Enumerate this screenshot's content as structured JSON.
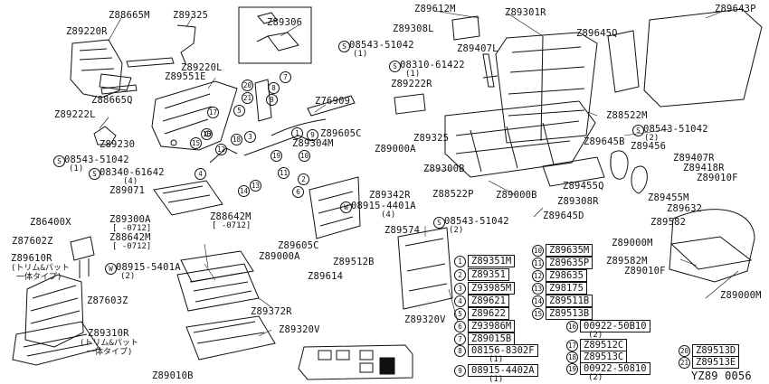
{
  "diagram_code": "YZ89 0056",
  "labels": {
    "z88665m": "Z88665M",
    "z89325a": "Z89325",
    "z89220r": "Z89220R",
    "z89306": "Z89306",
    "z89551e": "Z89551E",
    "z88665q": "Z88665Q",
    "z89220l": "Z89220L",
    "z76909": "Z76909",
    "z89222l": "Z89222L",
    "z89230": "Z89230",
    "s08543a": "08543-51042",
    "s08543a_q": "(1)",
    "s08340": "08340-61642",
    "s08340_q": "(4)",
    "z89071": "Z89071",
    "z89605c_top": "Z89605C",
    "z89304m": "Z89304M",
    "z89000a_top": "Z89000A",
    "z89325b": "Z89325",
    "z89612m": "Z89612M",
    "z89301r": "Z89301R",
    "z89308l": "Z89308L",
    "z89407l": "Z89407L",
    "s08543b": "08543-51042",
    "s08543b_q": "(1)",
    "s08310": "08310-61422",
    "s08310_q": "(1)",
    "z89222r": "Z89222R",
    "z89645q": "Z89645Q",
    "z89643p": "Z89643P",
    "z88522m": "Z88522M",
    "s08543c": "08543-51042",
    "s08543c_q": "(2)",
    "z89645b": "Z89645B",
    "z89456": "Z89456",
    "z89407r": "Z89407R",
    "z89418r": "Z89418R",
    "z89010f_a": "Z89010F",
    "z89455q": "Z89455Q",
    "z89455m": "Z89455M",
    "z89300b": "Z89300B",
    "z88522p": "Z88522P",
    "z89000b": "Z89000B",
    "z89308r": "Z89308R",
    "z89645d": "Z89645D",
    "z89632": "Z89632",
    "z89582a": "Z89582",
    "z89000m_a": "Z89000M",
    "z89582m": "Z89582M",
    "z89010f_b": "Z89010F",
    "z89000m_b": "Z89000M",
    "z89342r": "Z89342R",
    "w08915_4401": "08915-4401A",
    "w08915_4401_q": "(4)",
    "s08543d": "08543-51042",
    "s08543d_q": "(2)",
    "z89574": "Z89574",
    "z89320v_r": "Z89320V",
    "z86400x": "Z86400X",
    "z87602z": "Z87602Z",
    "z89610r": "Z89610R",
    "z89610r_note1": "(トリム&パット",
    "z89610r_note2": "一体タイプ)",
    "z87603z": "Z87603Z",
    "z89310r": "Z89310R",
    "z89310r_note1": "(トリム&パット",
    "z89310r_note2": "一体タイプ)",
    "z89300a": "Z89300A",
    "z89300a_range": "[ -0712]",
    "z88642m_a": "Z88642M",
    "z88642m_a_range": "[ -0712]",
    "z88642m_b": "Z88642M",
    "z88642m_b_range": "[ -0712]",
    "w08915_5401": "08915-5401A",
    "w08915_5401_q": "(2)",
    "z89605c_b": "Z89605C",
    "z89000a_b": "Z89000A",
    "z89512b": "Z89512B",
    "z89614": "Z89614",
    "z89372r": "Z89372R",
    "z89320v_l": "Z89320V",
    "z89010b": "Z89010B"
  },
  "legend_left": [
    {
      "n": "1",
      "t": "Z89351M"
    },
    {
      "n": "2",
      "t": "Z89351"
    },
    {
      "n": "3",
      "t": "Z93985M"
    },
    {
      "n": "4",
      "t": "Z89621"
    },
    {
      "n": "5",
      "t": "Z89622"
    },
    {
      "n": "6",
      "t": "Z93986M"
    },
    {
      "n": "7",
      "t": "Z89015B"
    },
    {
      "n": "8",
      "t": "08156-8302F",
      "q": "(1)"
    },
    {
      "n": "9",
      "t": "08915-4402A",
      "q": "(1)"
    }
  ],
  "legend_mid": [
    {
      "n": "10",
      "t": "Z89635M"
    },
    {
      "n": "11",
      "t": "Z89635P"
    },
    {
      "n": "12",
      "t": "Z98635"
    },
    {
      "n": "13",
      "t": "Z98175"
    },
    {
      "n": "14",
      "t": "Z89511B"
    },
    {
      "n": "15",
      "t": "Z89513B"
    }
  ],
  "legend_right": [
    {
      "n": "16",
      "t": "00922-50B10",
      "q": "(2)"
    },
    {
      "n": "17",
      "t": "Z89512C"
    },
    {
      "n": "18",
      "t": "Z89513C"
    },
    {
      "n": "19",
      "t": "00922-50810",
      "q": "(2)"
    }
  ],
  "legend_far": [
    {
      "n": "20",
      "t": "Z89513D"
    },
    {
      "n": "21",
      "t": "Z89513E"
    }
  ],
  "callouts": [
    "1",
    "2",
    "3",
    "4",
    "5",
    "6",
    "7",
    "8",
    "9",
    "10",
    "11",
    "12",
    "13",
    "14",
    "15",
    "16",
    "17",
    "18",
    "19",
    "20",
    "21"
  ]
}
